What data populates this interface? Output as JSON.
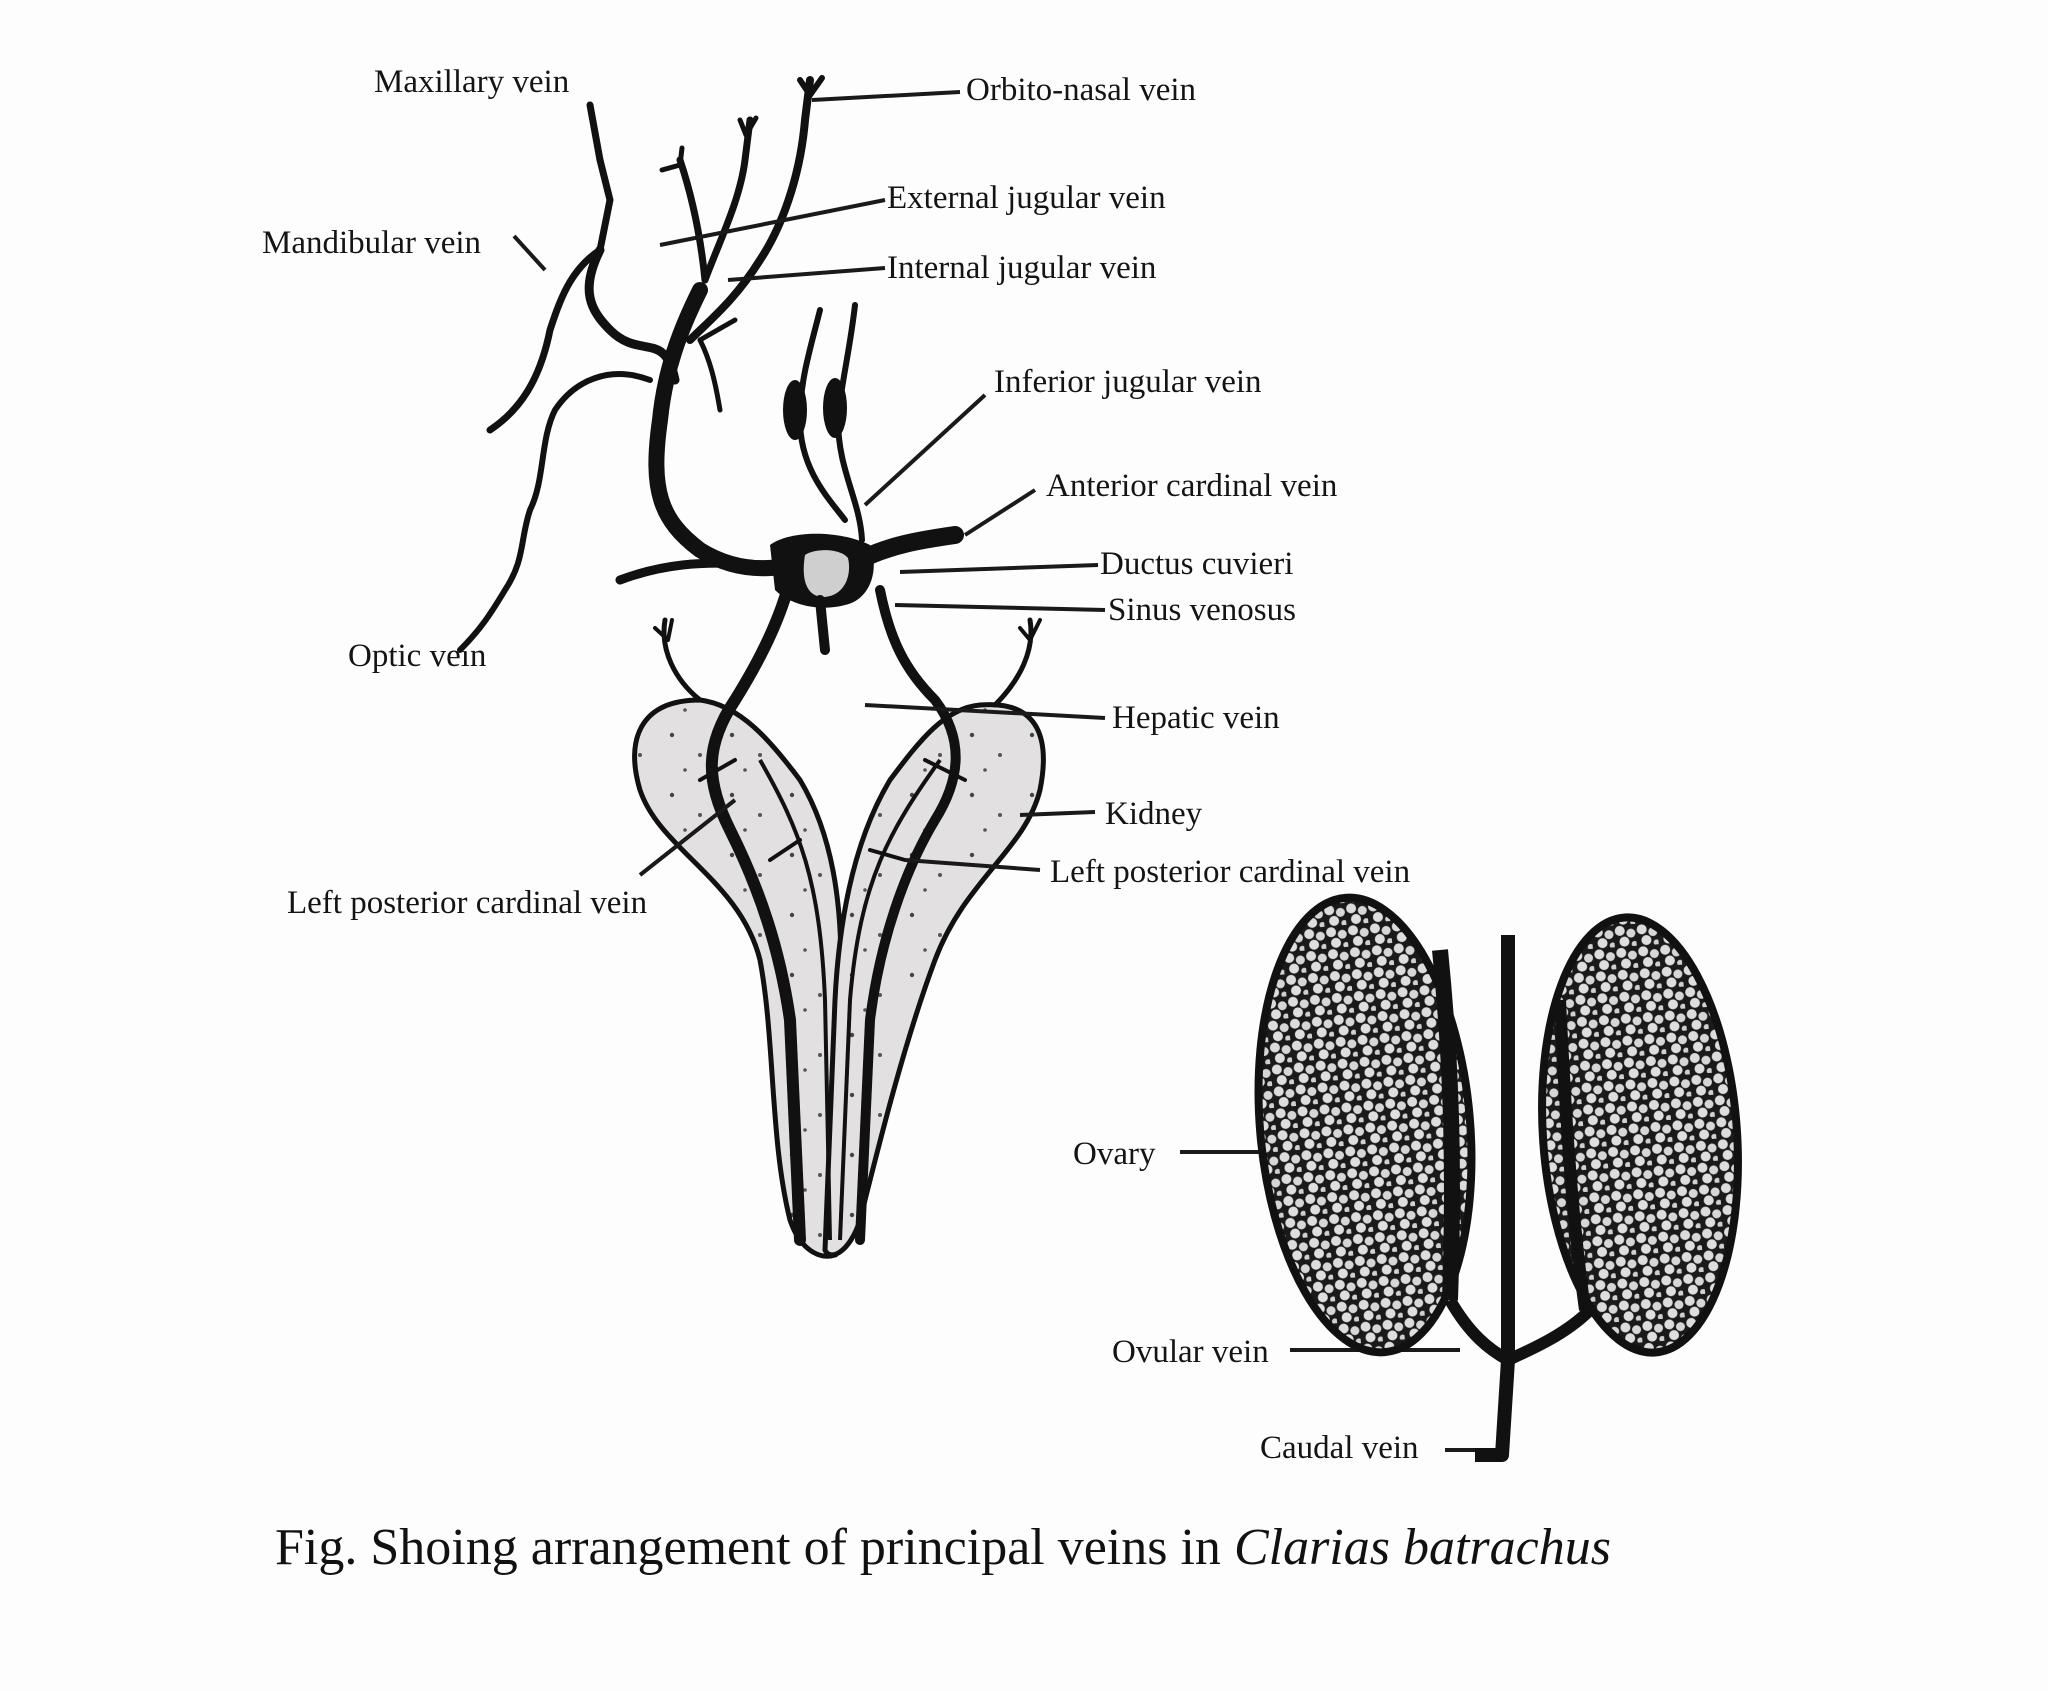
{
  "figure": {
    "caption_prefix": "Fig. Shoing arrangement of principal veins in",
    "caption_species": "Clarias batrachus",
    "colors": {
      "vein": "#111111",
      "kidney_fill": "#e2e0e0",
      "ovary_fill": "#d9d9d9",
      "background": "#fdfdfd"
    },
    "labels": {
      "maxillary_vein": "Maxillary vein",
      "orbito_nasal_vein": "Orbito-nasal vein",
      "external_jugular_vein": "External jugular vein",
      "mandibular_vein": "Mandibular vein",
      "internal_jugular_vein": "Internal jugular vein",
      "inferior_jugular_vein": "Inferior jugular vein",
      "anterior_cardinal_vein": "Anterior cardinal vein",
      "ductus_cuvieri": "Ductus cuvieri",
      "sinus_venosus": "Sinus venosus",
      "optic_vein": "Optic vein",
      "hepatic_vein": "Hepatic vein",
      "kidney": "Kidney",
      "left_posterior_cardinal_vein_right": "Left posterior cardinal vein",
      "left_posterior_cardinal_vein_left": "Left posterior cardinal vein",
      "ovary": "Ovary",
      "ovular_vein": "Ovular vein",
      "caudal_vein": "Caudal vein"
    }
  }
}
